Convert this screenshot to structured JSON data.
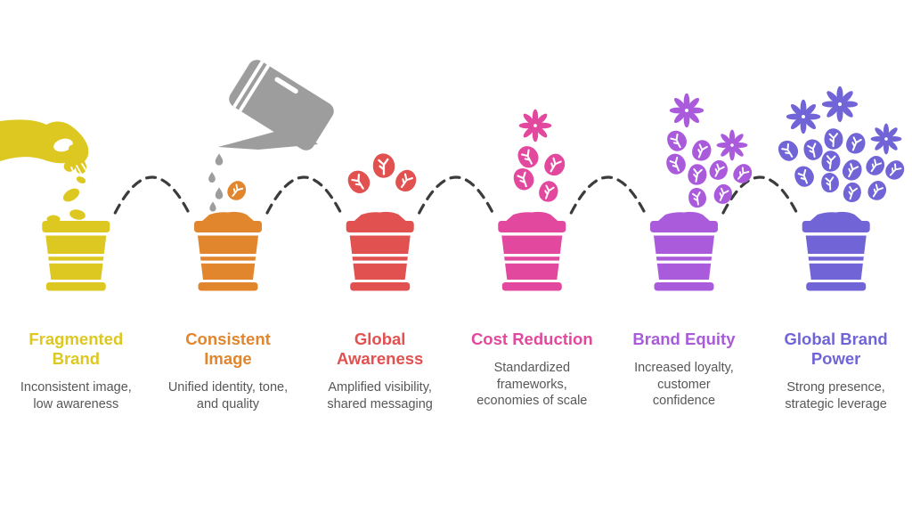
{
  "background_color": "#ffffff",
  "text_color": "#575757",
  "connector": {
    "semantic": "dashed-growth-arc",
    "color": "#3c3c3c"
  },
  "watering_can_color": "#9d9d9d",
  "stages": [
    {
      "title": "Fragmented\nBrand",
      "description": "Inconsistent image,\nlow awareness",
      "color": "#ddc821",
      "icon": "hand-planting-seeds-icon"
    },
    {
      "title": "Consistent\nImage",
      "description": "Unified identity, tone,\nand quality",
      "color": "#e2862e",
      "icon": "watered-seedling-icon"
    },
    {
      "title": "Global\nAwareness",
      "description": "Amplified visibility,\nshared messaging",
      "color": "#e15150",
      "icon": "sprouting-leaves-icon"
    },
    {
      "title": "Cost Reduction",
      "description": "Standardized\nframeworks,\neconomies of scale",
      "color": "#e2489d",
      "icon": "budding-plant-icon"
    },
    {
      "title": "Brand Equity",
      "description": "Increased loyalty,\ncustomer\nconfidence",
      "color": "#aa5bdb",
      "icon": "flowering-plant-icon"
    },
    {
      "title": "Global Brand\nPower",
      "description": "Strong presence,\nstrategic leverage",
      "color": "#7164d6",
      "icon": "full-bloom-plant-icon"
    }
  ]
}
